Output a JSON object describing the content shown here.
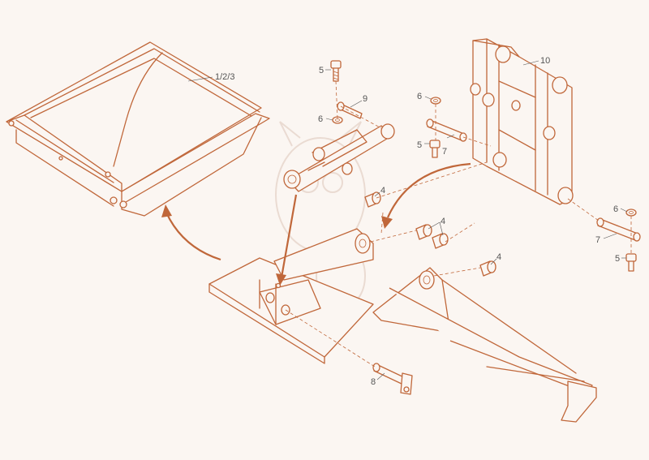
{
  "diagram": {
    "labels": {
      "bucket": "1/2/3",
      "bolt_top": "5",
      "pin_9": "9",
      "washer_top": "6",
      "link_10": "10",
      "washer_mid": "6",
      "bolt_mid": "5",
      "pin_7_mid": "7",
      "bushing_a": "4",
      "bushing_b": "4",
      "bushing_c": "4",
      "washer_right": "6",
      "pin_7_right": "7",
      "bolt_right": "5",
      "pin_8": "8"
    },
    "colors": {
      "line": "#c0673a",
      "label": "#555555",
      "background": "#fbf6f2"
    }
  }
}
